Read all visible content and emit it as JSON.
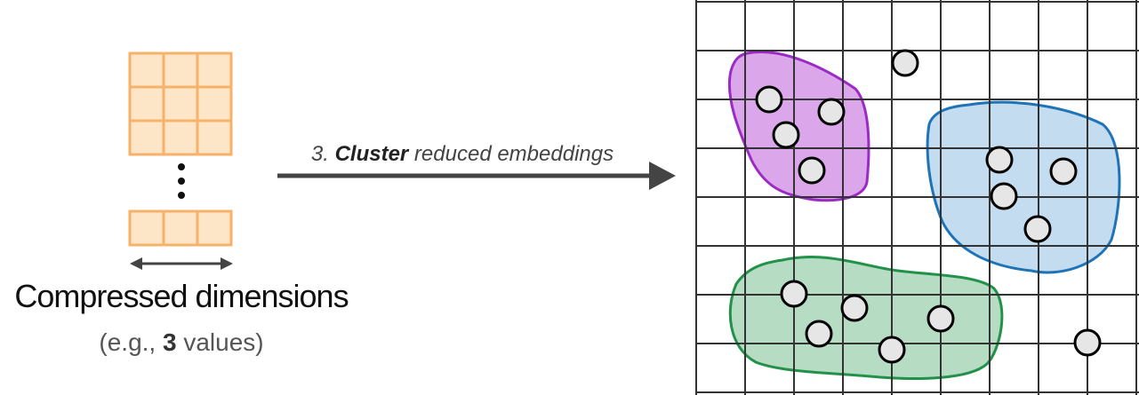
{
  "left_panel": {
    "matrix_top_rows": 3,
    "matrix_columns": 3,
    "matrix_bottom_rows": 1,
    "caption_title": "Compressed dimensions",
    "caption_sub_prefix": "(e.g., ",
    "caption_sub_bold": "3",
    "caption_sub_suffix": " values)"
  },
  "arrow": {
    "label_prefix": "3. ",
    "label_bold": "Cluster",
    "label_suffix": " reduced embeddings"
  },
  "colors": {
    "cell_fill": "#fde5c8",
    "cell_stroke": "#f6b26b",
    "grid_line": "#333333",
    "point_fill": "#e6e6e6",
    "point_stroke": "#000000",
    "purple_fill": "#dca7ea",
    "purple_stroke": "#9b2bc4",
    "blue_fill": "#c4dcf0",
    "blue_stroke": "#1f73b7",
    "green_fill": "#b6dcc4",
    "green_stroke": "#22914a",
    "arrow": "#444444"
  },
  "clusters": [
    {
      "name": "purple",
      "point_count": 4
    },
    {
      "name": "blue",
      "point_count": 4
    },
    {
      "name": "green",
      "point_count": 5
    }
  ],
  "outlier_count": 2
}
